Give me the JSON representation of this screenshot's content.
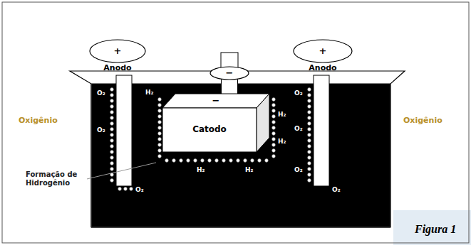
{
  "diagram": {
    "nodes": [
      {
        "text": [
          "+",
          "Anodo"
        ]
      },
      {
        "text": [
          "−"
        ]
      },
      {
        "text": [
          "+",
          "Anodo"
        ]
      },
      {
        "text": [
          "−",
          "Catodo"
        ]
      }
    ],
    "edges": [
      {
        "from": 1,
        "to": 3,
        "arrow": "none"
      }
    ],
    "labels": [
      "Oxigênio",
      "Oxigênio",
      "Formação de Hidrogênio",
      "Figura 1",
      "O₂",
      "O₂",
      "O₂",
      "O₂",
      "O₂",
      "O₂",
      "O₂",
      "H₂",
      "H₂",
      "H₂",
      "H₂",
      "H₂"
    ]
  }
}
